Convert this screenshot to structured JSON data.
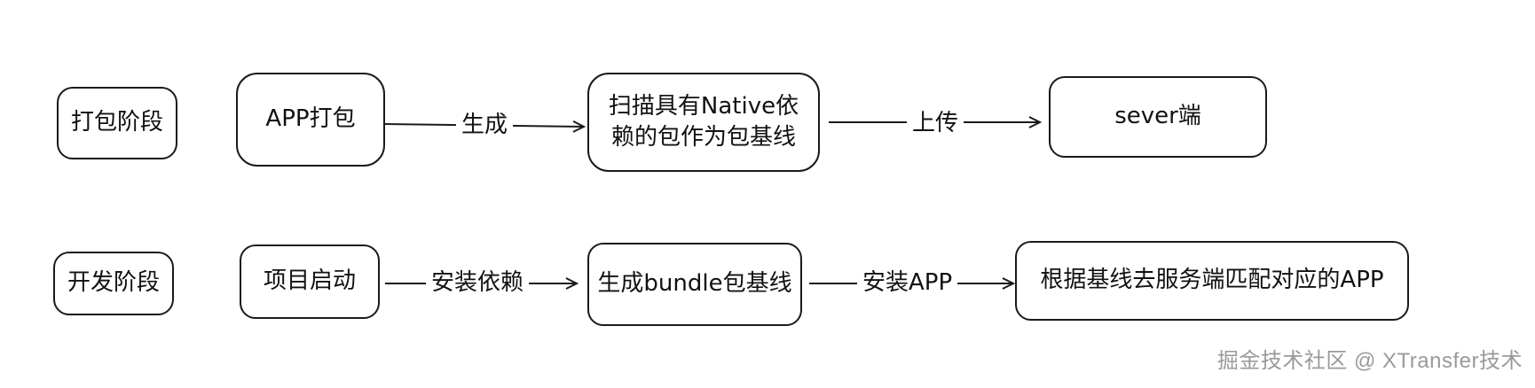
{
  "rows": {
    "packaging": {
      "stage_label": "打包阶段",
      "nodes": [
        "APP打包",
        "扫描具有Native依",
        "赖的包作为包基线",
        "sever端"
      ],
      "edges": [
        "生成",
        "上传"
      ]
    },
    "development": {
      "stage_label": "开发阶段",
      "nodes": [
        "项目启动",
        "生成bundle包基线",
        "根据基线去服务端匹配对应的APP"
      ],
      "edges": [
        "安装依赖",
        "安装APP"
      ]
    }
  },
  "watermark": "掘金技术社区 @ XTransfer技术"
}
